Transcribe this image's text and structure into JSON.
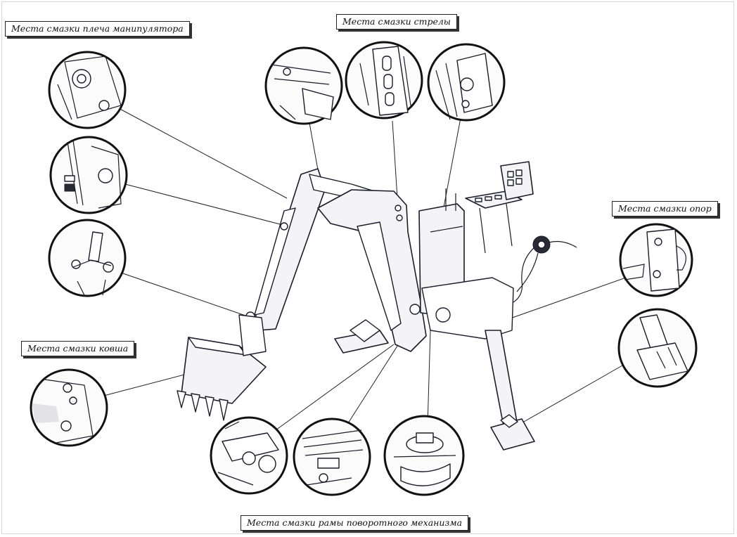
{
  "labels": {
    "arm": "Места смазки плеча манипулятора",
    "boom": "Места смазки стрелы",
    "bucket": "Места смазки ковша",
    "outriggers": "Места смазки опор",
    "swing_frame": "Места смазки рамы поворотного механизма"
  }
}
